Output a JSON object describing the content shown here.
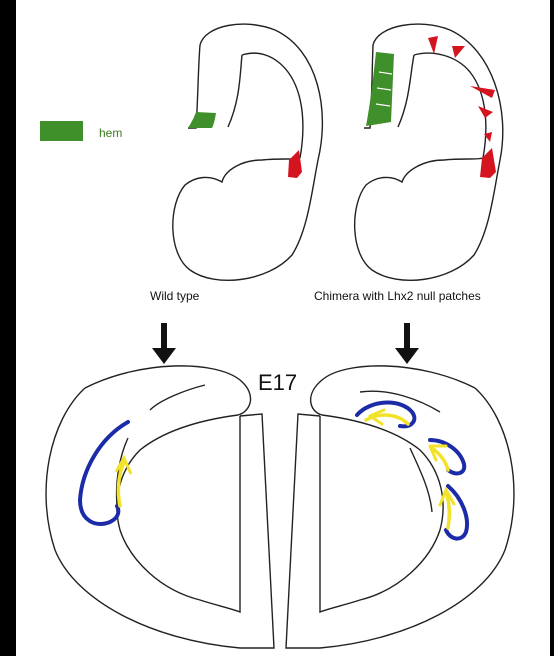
{
  "legend": {
    "label": "hem",
    "color": "#3f8f2a"
  },
  "colors": {
    "hem": "#3f8f2a",
    "marker": "#d4141f",
    "blue": "#1c2ba8",
    "yellow": "#f3e22a",
    "outline": "#222222"
  },
  "captions": {
    "left": "Wild type",
    "right": "Chimera with Lhx2 null patches"
  },
  "stage": "E17"
}
